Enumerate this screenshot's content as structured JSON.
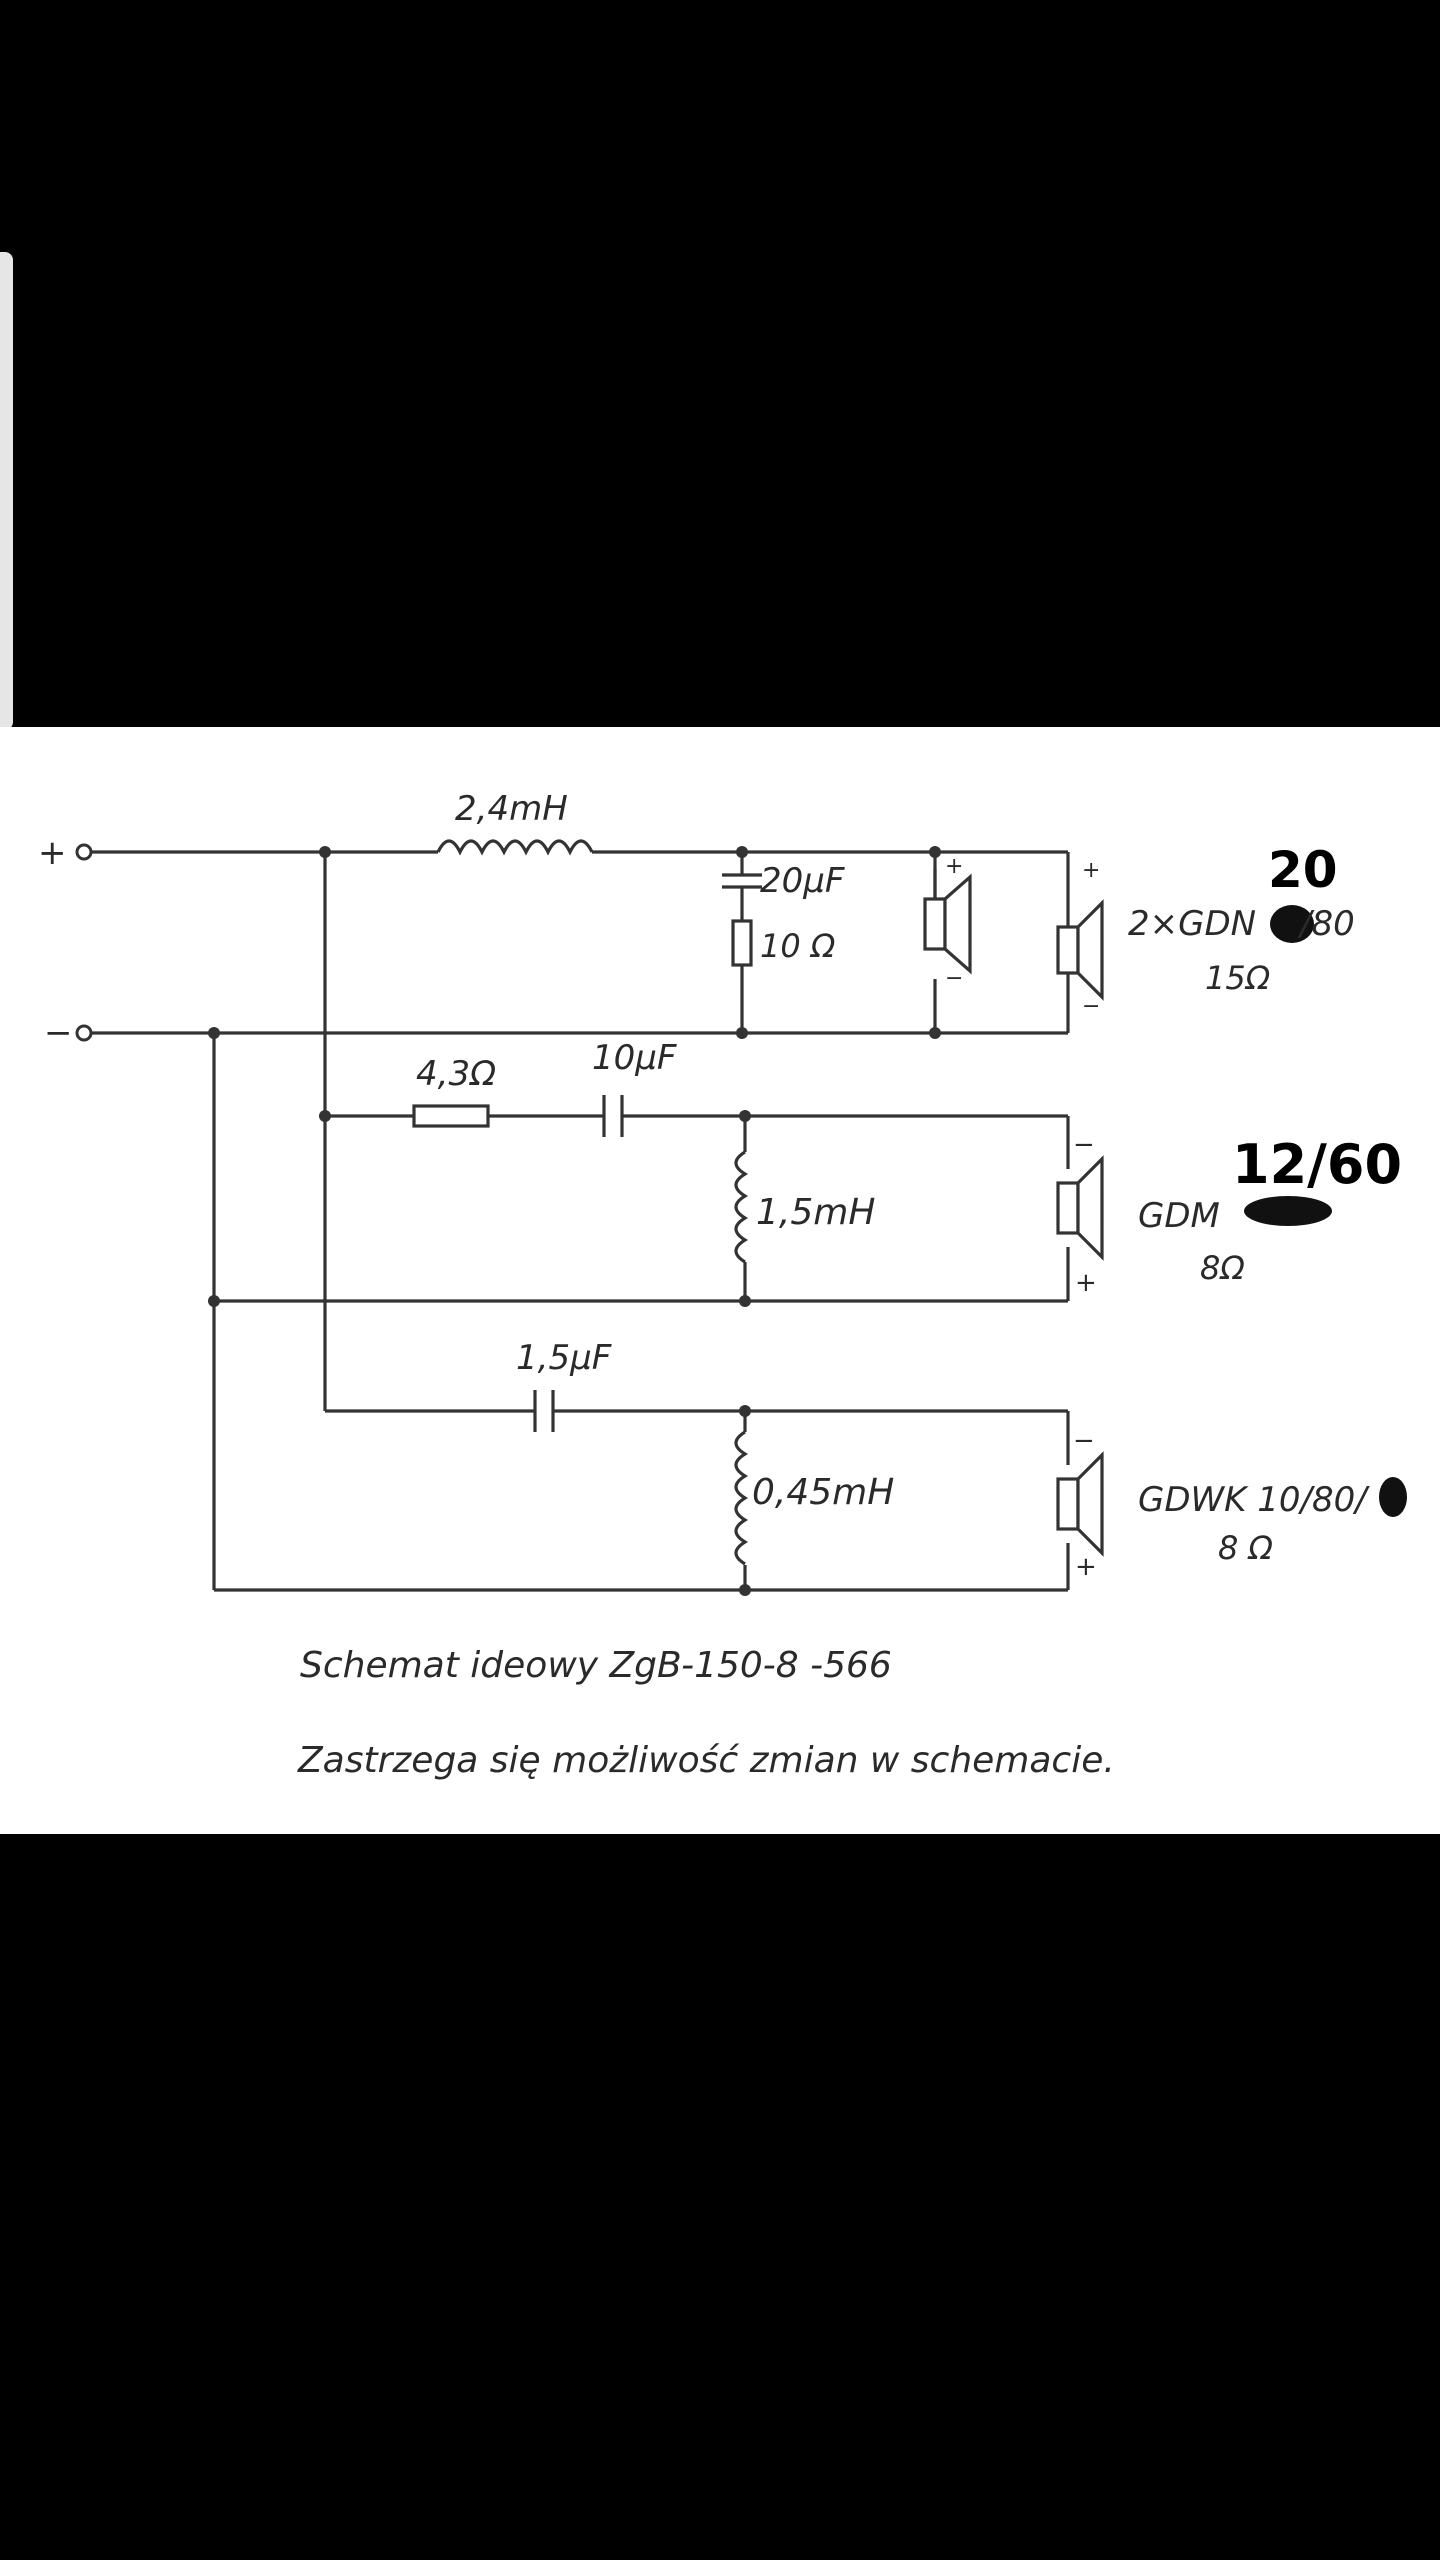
{
  "schematic": {
    "terminals": {
      "plus": "+",
      "minus": "−"
    },
    "components": {
      "inductor_main": "2,4mH",
      "capacitor_top": "20µF",
      "resistor_top": "10 Ω",
      "resistor_mid": "4,3Ω",
      "capacitor_mid": "10µF",
      "inductor_mid": "1,5mH",
      "capacitor_low": "1,5µF",
      "inductor_low": "0,45mH"
    },
    "speakers": {
      "woofer": {
        "model": "2×GDN ",
        "model_suffix": "/80",
        "impedance": "15Ω",
        "handwritten": "20"
      },
      "mid": {
        "model": "GDM",
        "impedance": "8Ω",
        "handwritten": "12/60"
      },
      "tweeter": {
        "model": "GDWK 10/80/",
        "impedance": "8 Ω"
      }
    },
    "polarity": {
      "plus": "+",
      "minus": "−"
    },
    "caption": "Schemat  ideowy  ZgB-150-8 -566",
    "note": "Zastrzega  się  możliwość  zmian  w  schemacie."
  },
  "colors": {
    "ink": "#333333",
    "background": "#ffffff",
    "frame": "#000000"
  }
}
